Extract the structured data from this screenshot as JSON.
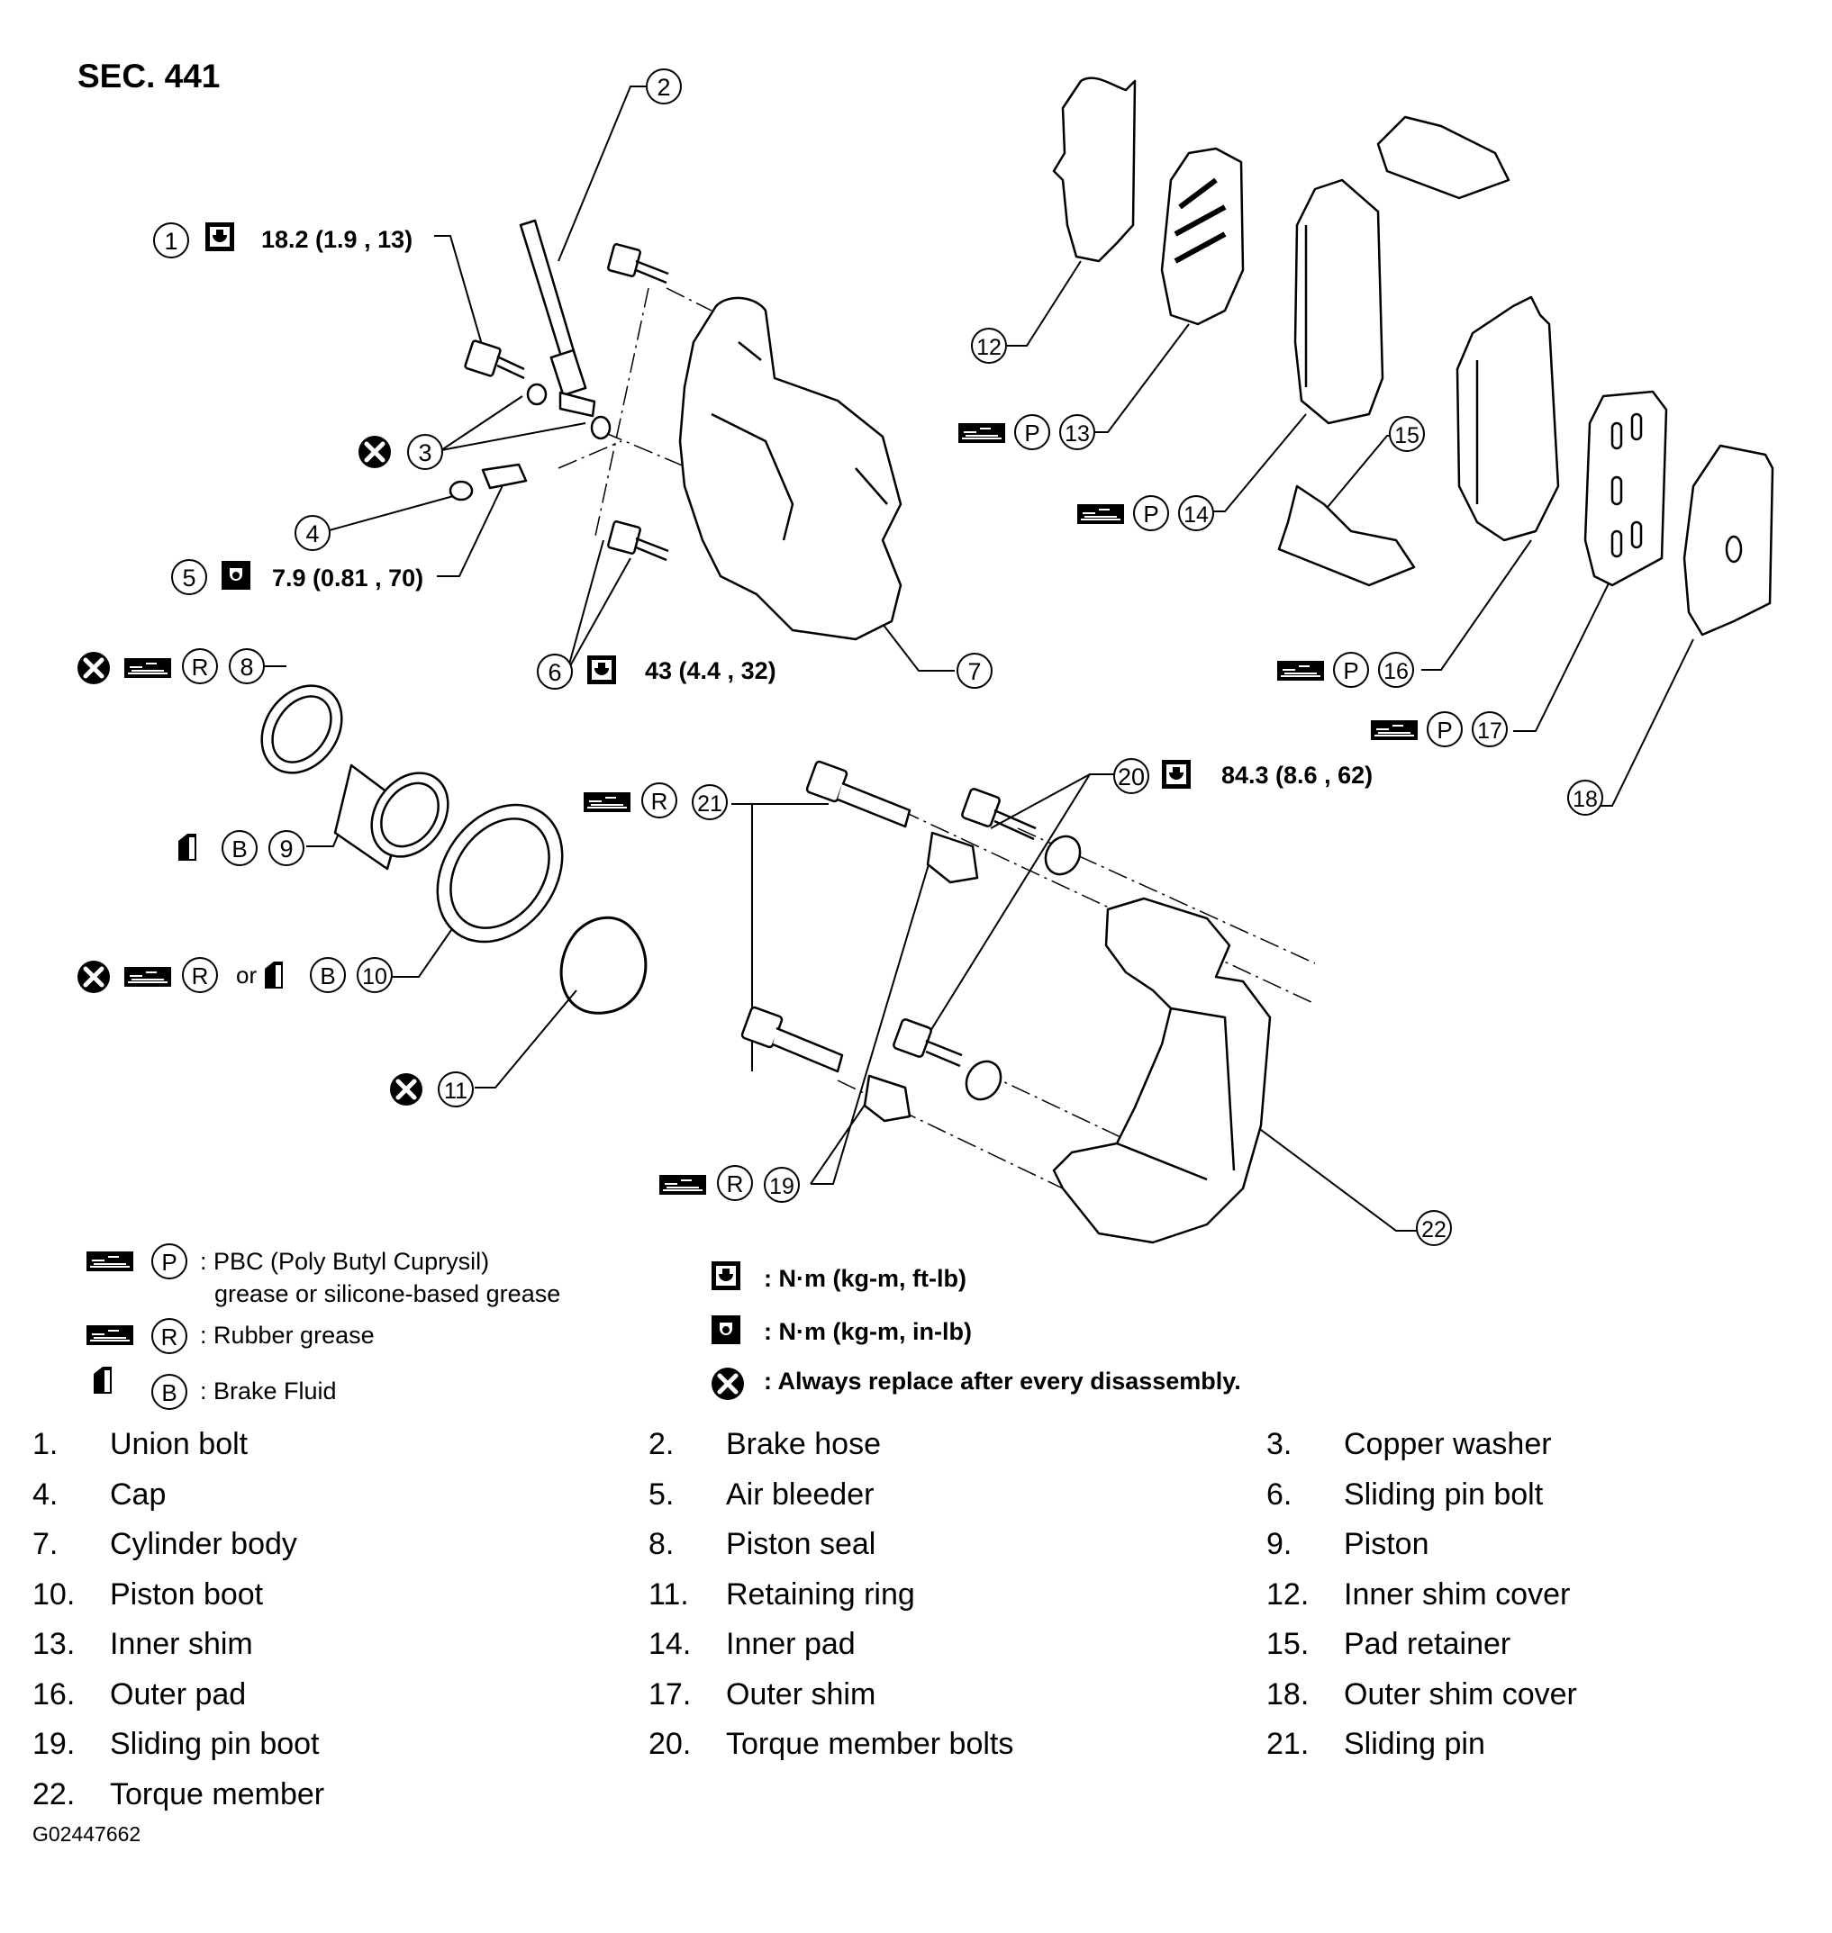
{
  "section": "SEC. 441",
  "figure_code": "G02447662",
  "torque_specs": {
    "t1": "18.2 (1.9 , 13)",
    "t5": "7.9 (0.81 , 70)",
    "t6": "43 (4.4 , 32)",
    "t20": "84.3 (8.6 , 62)"
  },
  "callouts": [
    "1",
    "2",
    "3",
    "4",
    "5",
    "6",
    "7",
    "8",
    "9",
    "10",
    "11",
    "12",
    "13",
    "14",
    "15",
    "16",
    "17",
    "18",
    "19",
    "20",
    "21",
    "22"
  ],
  "symbols": {
    "p": "P",
    "r": "R",
    "b": "B",
    "or": "or"
  },
  "legend": {
    "p_line1": ": PBC (Poly Butyl Cuprysil)",
    "p_line2": "grease or silicone-based grease",
    "r_text": ": Rubber grease",
    "b_text": ": Brake Fluid",
    "nm_kgm_ftlb": ": N·m (kg-m, ft-lb)",
    "nm_kgm_inlb": ": N·m (kg-m, in-lb)",
    "replace": ": Always replace after every disassembly."
  },
  "icons": {
    "torque_open": "torque-wrench-open-icon",
    "torque_solid": "torque-wrench-solid-icon",
    "grease": "grease-tube-icon",
    "fluid": "brake-fluid-can-icon",
    "replace": "replace-x-icon"
  },
  "parts": [
    {
      "num": "1.",
      "name": "Union bolt"
    },
    {
      "num": "2.",
      "name": "Brake hose"
    },
    {
      "num": "3.",
      "name": "Copper washer"
    },
    {
      "num": "4.",
      "name": "Cap"
    },
    {
      "num": "5.",
      "name": "Air bleeder"
    },
    {
      "num": "6.",
      "name": "Sliding pin bolt"
    },
    {
      "num": "7.",
      "name": "Cylinder body"
    },
    {
      "num": "8.",
      "name": "Piston seal"
    },
    {
      "num": "9.",
      "name": "Piston"
    },
    {
      "num": "10.",
      "name": "Piston boot"
    },
    {
      "num": "11.",
      "name": "Retaining ring"
    },
    {
      "num": "12.",
      "name": "Inner shim cover"
    },
    {
      "num": "13.",
      "name": "Inner shim"
    },
    {
      "num": "14.",
      "name": "Inner pad"
    },
    {
      "num": "15.",
      "name": "Pad retainer"
    },
    {
      "num": "16.",
      "name": "Outer pad"
    },
    {
      "num": "17.",
      "name": "Outer shim"
    },
    {
      "num": "18.",
      "name": "Outer shim cover"
    },
    {
      "num": "19.",
      "name": "Sliding pin boot"
    },
    {
      "num": "20.",
      "name": "Torque member bolts"
    },
    {
      "num": "21.",
      "name": "Sliding pin"
    },
    {
      "num": "22.",
      "name": "Torque member"
    }
  ]
}
